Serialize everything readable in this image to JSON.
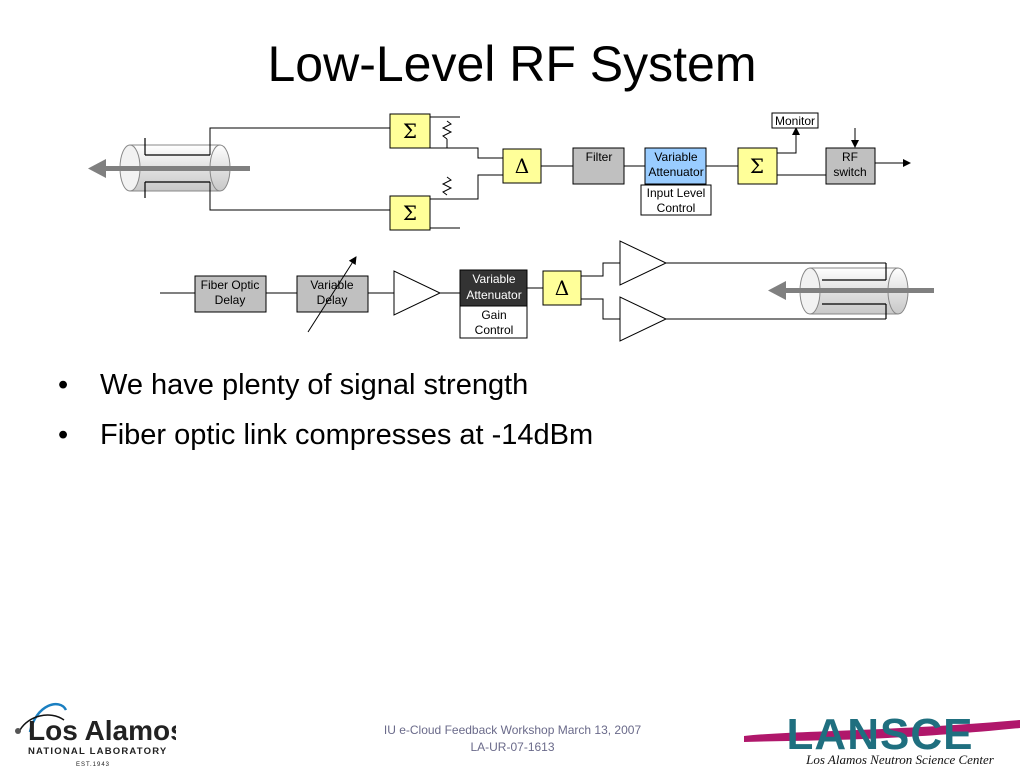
{
  "title": "Low-Level RF System",
  "diagram": {
    "sum_symbol": "Σ",
    "delta_symbol": "Δ",
    "top_row": {
      "filter": "Filter",
      "variable_attenuator": [
        "Variable",
        "Attenuator"
      ],
      "input_level_control": [
        "Input Level",
        "Control"
      ],
      "monitor": "Monitor",
      "rf_switch": [
        "RF",
        "switch"
      ]
    },
    "bottom_row": {
      "fiber_optic_delay": [
        "Fiber Optic",
        "Delay"
      ],
      "variable_delay": [
        "Variable",
        "Delay"
      ],
      "variable_attenuator": [
        "Variable",
        "Attenuator"
      ],
      "gain_control": [
        "Gain",
        "Control"
      ]
    },
    "colors": {
      "sum_delta_fill": "#ffff99",
      "gray_block": "#c0c0c0",
      "blue_block": "#99ccff",
      "dark_block": "#333333"
    }
  },
  "bullets": [
    "We have plenty of signal strength",
    "Fiber optic link compresses at -14dBm"
  ],
  "footer": {
    "line1": "IU e-Cloud Feedback Workshop March 13, 2007",
    "line2": "LA-UR-07-1613"
  },
  "logos": {
    "left": {
      "name": "Los Alamos",
      "sub": "NATIONAL LABORATORY",
      "est": "EST.1943"
    },
    "right": {
      "name": "LANSCE",
      "sub": "Los Alamos Neutron Science Center"
    }
  }
}
